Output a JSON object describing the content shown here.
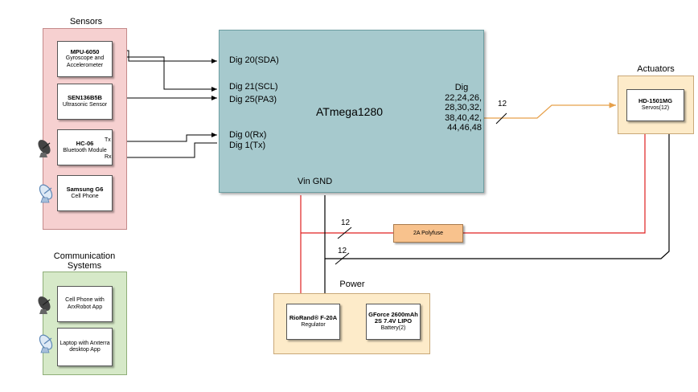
{
  "sensors": {
    "title": "Sensors",
    "items": [
      {
        "name": "MPU-6050",
        "desc": "Gyroscope and Accelerometer"
      },
      {
        "name": "SEN136B5B",
        "desc": "Ultrasonic Sensor"
      },
      {
        "name": "HC-06",
        "desc": "Bluetooth Module",
        "pin_tx": "Tx",
        "pin_rx": "Rx"
      },
      {
        "name": "Samsung G6",
        "desc": "Cell Phone"
      }
    ]
  },
  "communication": {
    "title_line1": "Communication",
    "title_line2": "Systems",
    "items": [
      {
        "desc": "Cell Phone with ArxRobot App"
      },
      {
        "desc": "Laptop with Arxterra desktop App"
      }
    ]
  },
  "mcu": {
    "name": "ATmega1280",
    "pins": {
      "dig20": "Dig 20(SDA)",
      "dig21": "Dig 21(SCL)",
      "dig25": "Dig 25(PA3)",
      "dig0": "Dig 0(Rx)",
      "dig1": "Dig 1(Tx)",
      "power": "Vin GND"
    },
    "servo_pins": [
      "Dig",
      "22,24,26,",
      "28,30,32,",
      "38,40,42,",
      "44,46,48"
    ]
  },
  "actuators": {
    "title": "Actuators",
    "servo_name": "HD-1501MG",
    "servo_desc": "Servos(12)"
  },
  "bus_counts": {
    "servo_bus": "12",
    "power_bus_1": "12",
    "power_bus_2": "12"
  },
  "polyfuse": {
    "label": "2A Polyfuse"
  },
  "power": {
    "title": "Power",
    "regulator_name": "RioRand® F-20A",
    "regulator_desc": "Regulator",
    "battery_name": "GForce 2600mAh 2S 7.4V LIPO",
    "battery_desc": "Battery(2)"
  },
  "colors": {
    "sensors_fill": "#f6d0d0",
    "comm_fill": "#d6e9c8",
    "power_fill": "#fdebc9",
    "mcu_fill": "#a6c9cd",
    "polyfuse_fill": "#f8c28d",
    "servo_bus": "#e6a04a",
    "power_positive": "#e02020",
    "signal": "#000000"
  },
  "icons": [
    "satellite-dish-icon",
    "satellite-dish-icon",
    "satellite-dish-icon",
    "satellite-dish-icon"
  ]
}
